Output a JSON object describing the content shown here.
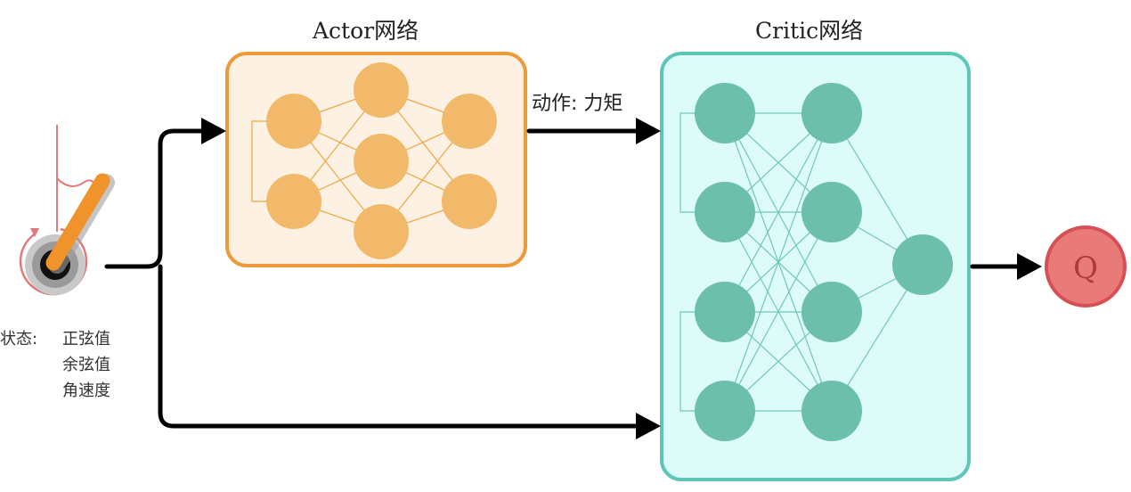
{
  "actor": {
    "title": "Actor网络",
    "box_fill": "#fdf1e4",
    "box_stroke": "#ee9a3b",
    "node_color": "#f2b96a",
    "edge_color": "#eea640"
  },
  "critic": {
    "title": "Critic网络",
    "box_fill": "#ddfbf8",
    "box_stroke": "#5cc6b8",
    "node_color": "#6bbfab",
    "edge_color": "#72c8b8"
  },
  "action_label": "动作: 力矩",
  "state": {
    "label": "状态:",
    "items": [
      "正弦值",
      "余弦值",
      "角速度"
    ]
  },
  "output": {
    "label": "Q",
    "fill": "#e87a7a",
    "stroke": "#d74f55"
  },
  "pendulum": {
    "rod_color": "#f0932b",
    "pivot_color": "#111111",
    "arc_color": "#e07a7a"
  },
  "arrow_color": "#000000"
}
